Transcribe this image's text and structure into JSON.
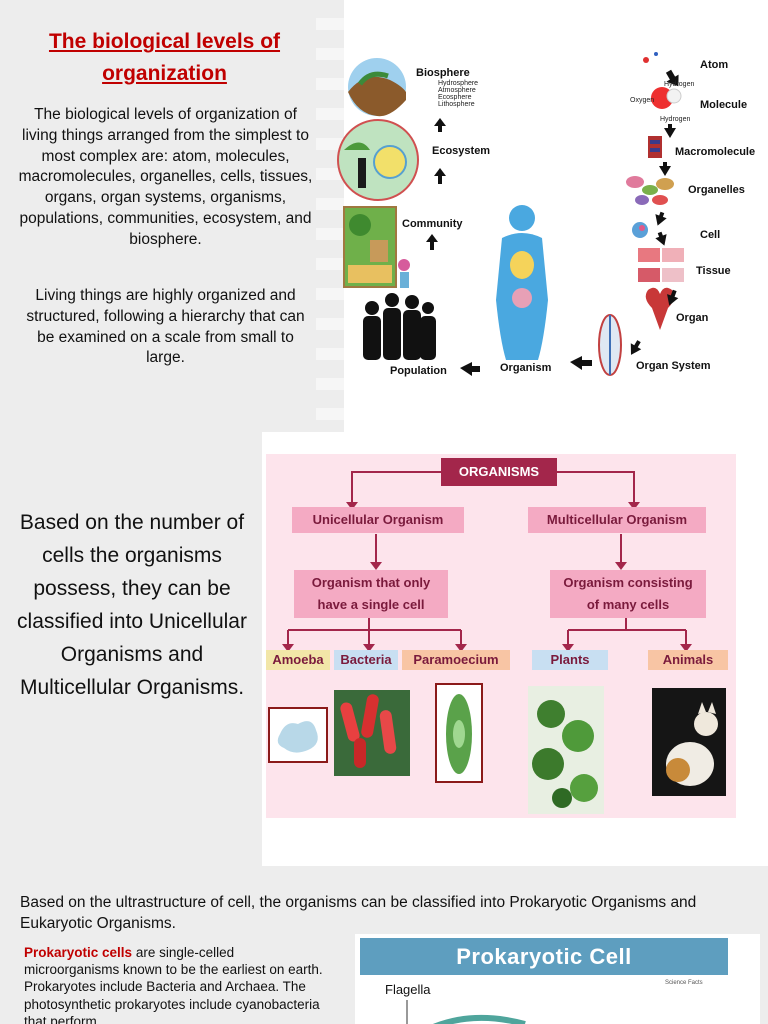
{
  "section1": {
    "title": "The biological levels of organization",
    "paragraph1": "The biological levels of organization of living things arranged from the simplest to most complex are: atom, molecules, macromolecules, organelles, cells, tissues, organs, organ systems, organisms, populations, communities, ecosystem, and biosphere.",
    "paragraph2": "Living things are highly organized and structured, following a hierarchy that can be examined on a scale from small to large.",
    "levels": {
      "biosphere": "Biosphere",
      "biosphere_parts": [
        "Hydrosphere",
        "Atmosphere",
        "Ecosphere",
        "Lithosphere"
      ],
      "ecosystem": "Ecosystem",
      "community": "Community",
      "population": "Population",
      "organism": "Organism",
      "atom": "Atom",
      "hydrogen_a": "Hydrogen",
      "oxygen": "Oxygen",
      "hydrogen_b": "Hydrogen",
      "molecule": "Molecule",
      "macromolecule": "Macromolecule",
      "organelles": "Organelles",
      "cell": "Cell",
      "tissue": "Tissue",
      "organ": "Organ",
      "organ_system": "Organ System"
    }
  },
  "section2": {
    "text": "Based on the number of cells the organisms possess, they can be classified into Unicellular Organisms and Multicellular Organisms.",
    "tree": {
      "root": "ORGANISMS",
      "unicellular": "Unicellular Organism",
      "multicellular": "Multicellular Organism",
      "uni_desc_1": "Organism that only",
      "uni_desc_2": "have a single cell",
      "multi_desc_1": "Organism consisting",
      "multi_desc_2": "of many cells",
      "leaves": [
        "Amoeba",
        "Bacteria",
        "Paramoecium",
        "Plants",
        "Animals"
      ]
    }
  },
  "section3": {
    "intro": "Based on the ultrastructure of cell, the organisms can be classified into Prokaryotic Organisms and Eukaryotic Organisms.",
    "prokaryotic_term": "Prokaryotic cells",
    "prokaryotic_text": " are single-celled microorganisms known to be the earliest on earth. Prokaryotes include Bacteria and Archaea. The photosynthetic prokaryotes include cyanobacteria that perform",
    "banner": "Prokaryotic Cell",
    "flagella": "Flagella",
    "brand": "Science Facts"
  },
  "colors": {
    "title_red": "#c00000",
    "organisms_box": "#a3264b",
    "mid_box": "#f4aac3",
    "leaf_box": "#f8c5a4",
    "tree_bg": "#fde4ec",
    "banner_blue": "#5e9ebf"
  }
}
